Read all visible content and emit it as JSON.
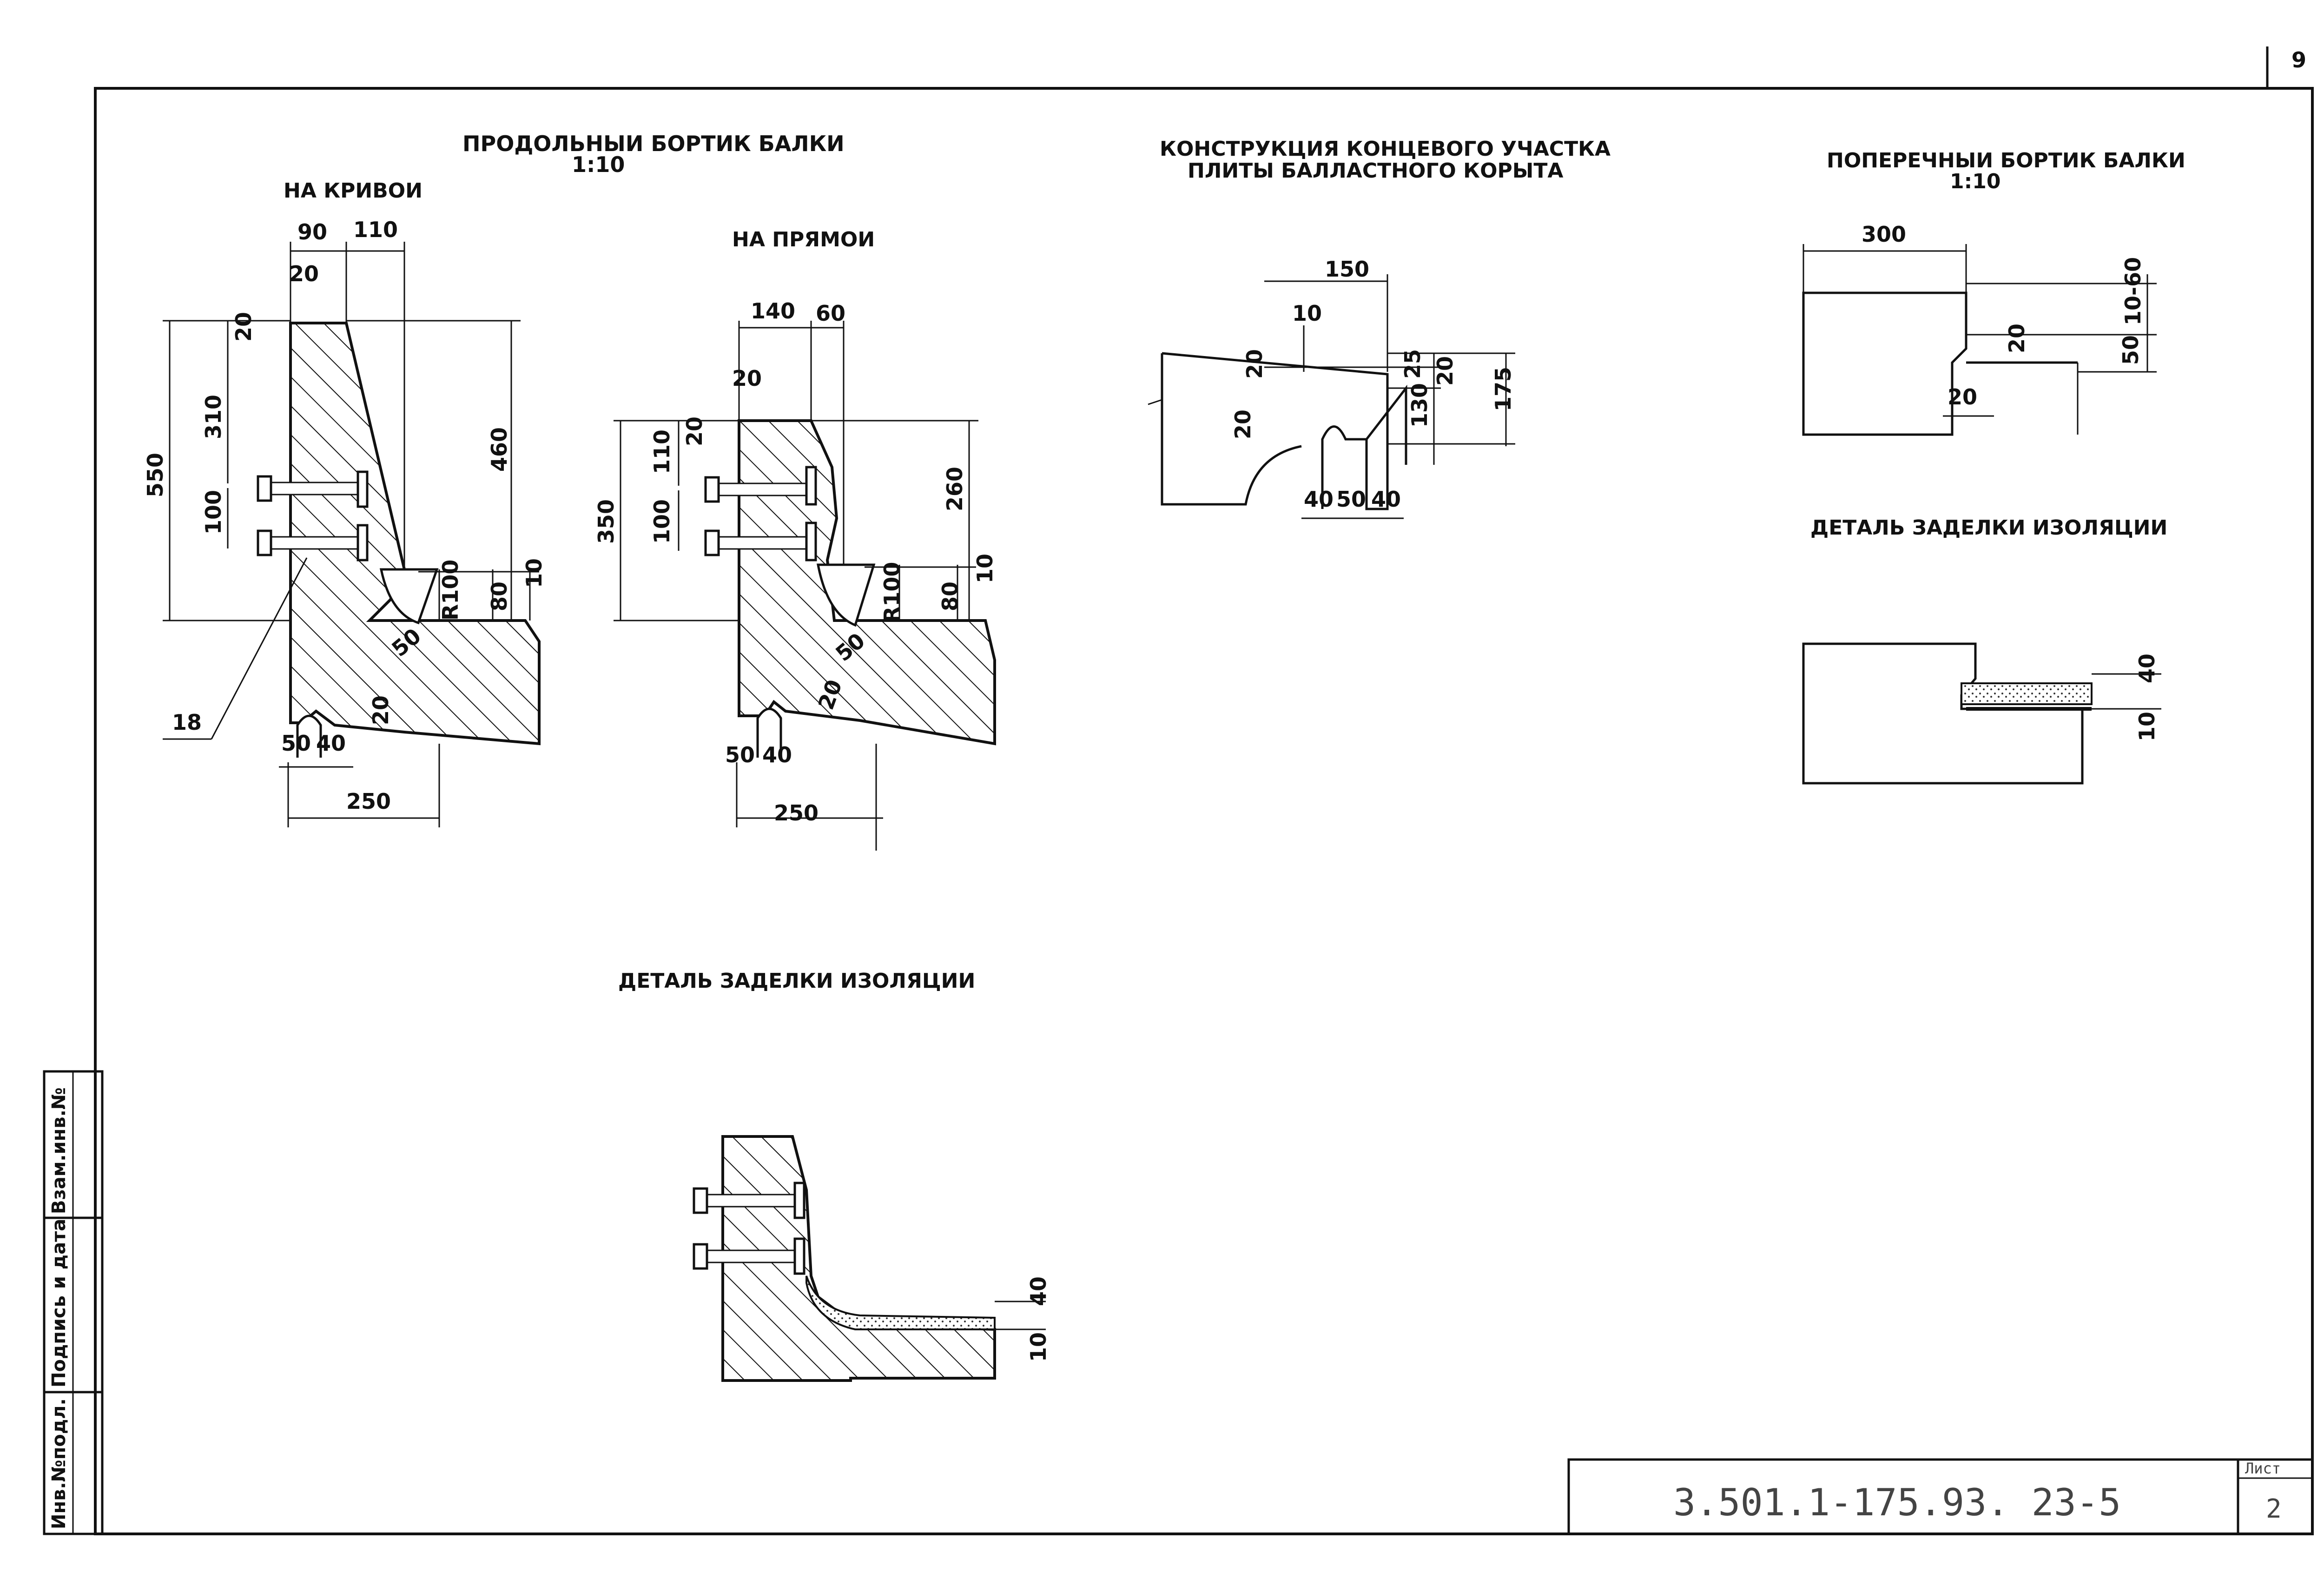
{
  "sheet_number_top": "9",
  "titles": {
    "longitudinal_line1": "ПРОДОЛЬНЫИ БОРТИК БАЛКИ",
    "longitudinal_line2": "1:10",
    "on_curve": "НА КРИВОИ",
    "on_straight": "НА ПРЯМОИ",
    "end_section_line1": "КОНСТРУКЦИЯ КОНЦЕВОГО УЧАСТКА",
    "end_section_line2": "ПЛИТЫ БАЛЛАСТНОГО КОРЫТА",
    "transverse_line1": "ПОПЕРЕЧНЫИ БОРТИК БАЛКИ",
    "transverse_line2": "1:10",
    "insulation_detail_right": "ДЕТАЛЬ ЗАДЕЛКИ ИЗОЛЯЦИИ",
    "insulation_detail_bottom": "ДЕТАЛЬ ЗАДЕЛКИ ИЗОЛЯЦИИ"
  },
  "dimensions_curve": {
    "d90": "90",
    "d110": "110",
    "d20_top": "20",
    "d20_left": "20",
    "d310": "310",
    "d550": "550",
    "d100": "100",
    "d460": "460",
    "dR100": "R100",
    "d80": "80",
    "d10": "10",
    "d50_diag": "50",
    "d18": "18",
    "d20_bot": "20",
    "d50": "50",
    "d40": "40",
    "d250": "250"
  },
  "dimensions_straight": {
    "d140": "140",
    "d60": "60",
    "d20_top": "20",
    "d20_left": "20",
    "d110": "110",
    "d350": "350",
    "d100": "100",
    "d260": "260",
    "dR100": "R100",
    "d10": "10",
    "d80": "80",
    "d50_diag": "50",
    "d20_bot": "20",
    "d50": "50",
    "d40": "40",
    "d250": "250"
  },
  "dimensions_end": {
    "d150": "150",
    "d10": "10",
    "d20_a": "20",
    "d25": "25",
    "d20_b": "20",
    "d175": "175",
    "d130": "130",
    "d20_c": "20",
    "d40_a": "40",
    "d50": "50",
    "d40_b": "40"
  },
  "dimensions_transverse": {
    "d300": "300",
    "d10_60": "10-60",
    "d20_a": "20",
    "d50": "50",
    "d20_b": "20"
  },
  "dimensions_detail_right": {
    "d40": "40",
    "d10": "10"
  },
  "dimensions_detail_bottom": {
    "d40": "40",
    "d10": "10"
  },
  "side_stamp": {
    "cells": [
      "Инв.№подл.",
      "Подпись и дата",
      "Взам.инв.№"
    ]
  },
  "title_block": {
    "document_code": "3.501.1-175.93. 23-5",
    "sheet_label": "Лист",
    "sheet_value": "2"
  }
}
